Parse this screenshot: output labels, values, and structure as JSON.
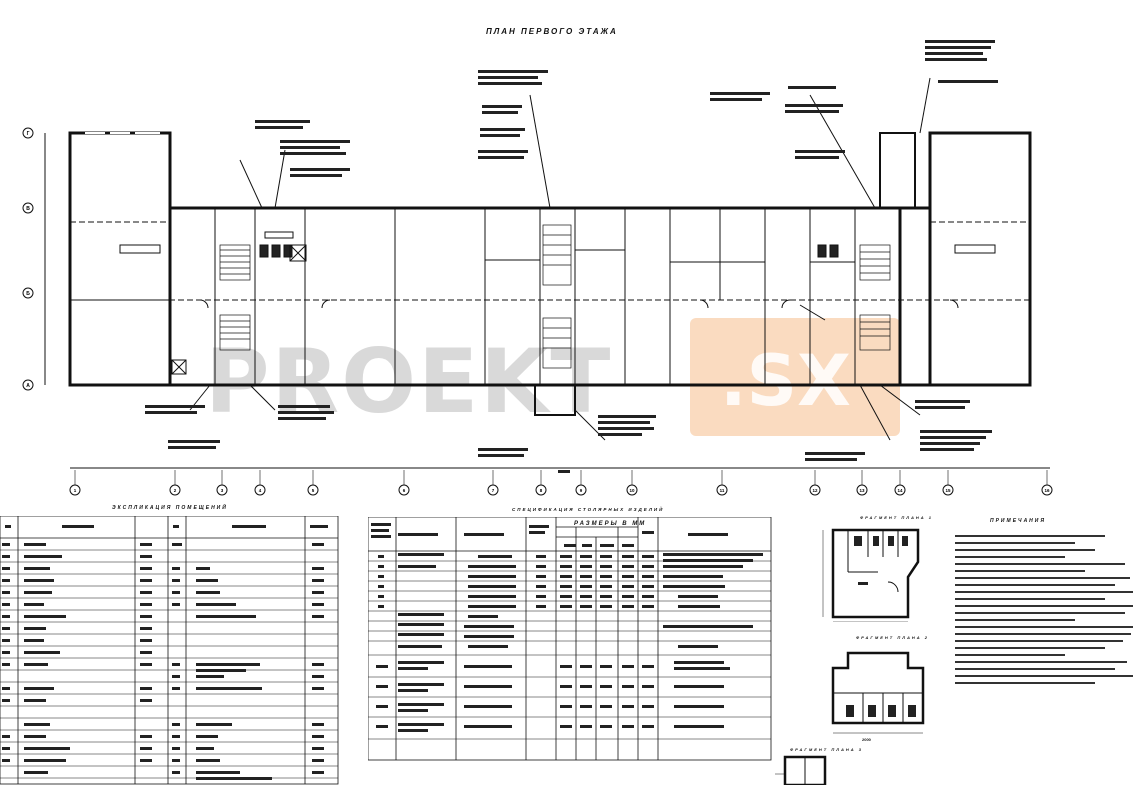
{
  "plan": {
    "title": "ПЛАН ПЕРВОГО ЭТАЖА",
    "grid_rows": [
      "Г",
      "В",
      "Б",
      "А"
    ],
    "grid_cols": [
      "1",
      "2",
      "3",
      "4",
      "5",
      "6",
      "7",
      "8",
      "9",
      "10",
      "11",
      "12",
      "13",
      "14",
      "15",
      "16"
    ]
  },
  "watermark": {
    "left": "PROEKT",
    "right": ".SX",
    "accent": "#f6be8c"
  },
  "tables": {
    "rooms_title": "ЭКСПЛИКАЦИЯ ПОМЕЩЕНИЙ",
    "doors_title": "СПЕЦИФИКАЦИЯ СТОЛЯРНЫХ ИЗДЕЛИЙ",
    "doors_sizes_header": "РАЗМЕРЫ В ММ",
    "fragment1_title": "ФРАГМЕНТ ПЛАНА 1",
    "fragment2_title": "ФРАГМЕНТ ПЛАНА 2",
    "fragment3_title": "ФРАГМЕНТ ПЛАНА 3",
    "notes_title": "ПРИМЕЧАНИЯ",
    "dim_label": "2000"
  },
  "colors": {
    "line": "#111111",
    "highlight": "#f6be8c"
  }
}
